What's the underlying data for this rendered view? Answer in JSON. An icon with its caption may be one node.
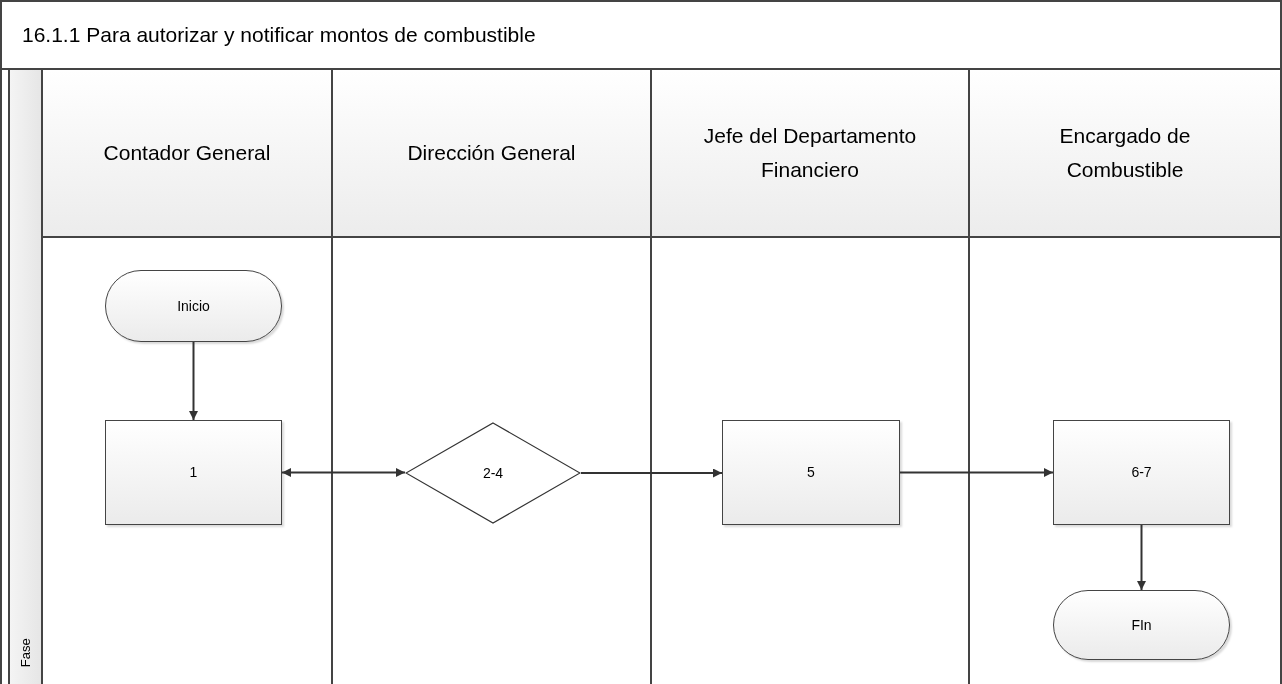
{
  "diagram": {
    "title": "16.1.1 Para autorizar y notificar montos de combustible",
    "nodes": [
      {
        "text": [
          "Fase"
        ]
      },
      {
        "text": [
          "Contador General"
        ]
      },
      {
        "text": [
          "Dirección General"
        ]
      },
      {
        "text": [
          "Jefe del Departamento Financiero"
        ]
      },
      {
        "text": [
          "Encargado de Combustible"
        ]
      },
      {
        "text": [
          "Inicio"
        ],
        "in": 1
      },
      {
        "text": [
          "1"
        ],
        "in": 1
      },
      {
        "text": [
          "2-4"
        ],
        "in": 2
      },
      {
        "text": [
          "5"
        ],
        "in": 3
      },
      {
        "text": [
          "6-7"
        ],
        "in": 4
      },
      {
        "text": [
          "FIn"
        ],
        "in": 4
      }
    ],
    "edges": [
      {
        "from": 5,
        "to": 6,
        "arrow": "to"
      },
      {
        "from": 6,
        "to": 7,
        "arrow": "both"
      },
      {
        "from": 7,
        "to": 8,
        "arrow": "to"
      },
      {
        "from": 8,
        "to": 9,
        "arrow": "to"
      },
      {
        "from": 9,
        "to": 10,
        "arrow": "to"
      }
    ]
  }
}
